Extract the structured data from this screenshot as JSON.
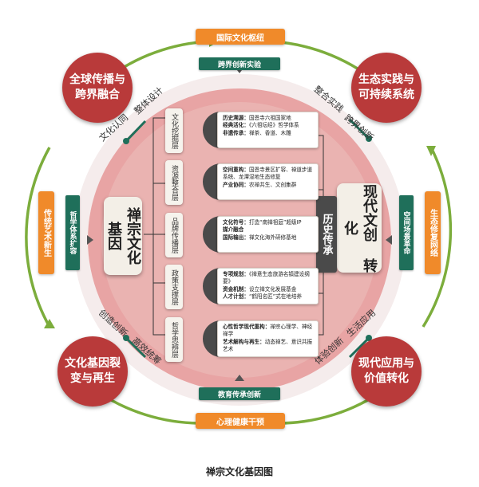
{
  "title": "禅宗文化基因图",
  "nodes": {
    "top_left": "全球传播与\n跨界融合",
    "top_right": "生态实践与\n可持续系统",
    "bottom_left": "文化基因裂\n变与再生",
    "bottom_right": "现代应用与\n价值转化"
  },
  "top": {
    "orange": "国际文化枢纽",
    "green": "跨界创新实验"
  },
  "bottom": {
    "orange": "心理健康干预",
    "green": "教育传承创新"
  },
  "left": {
    "orange": "传统艺术新生",
    "green": "哲学体系扩容"
  },
  "right": {
    "orange": "生态修复网络",
    "green": "空间场景革命"
  },
  "arc_labels": {
    "tl_a": "文化认同",
    "tl_b": "整体设计",
    "tr_a": "整合实践",
    "tr_b": "跨界创新",
    "bl_a": "创造创新",
    "bl_b": "高效统筹",
    "br_a": "生活应用",
    "br_b": "体验创新"
  },
  "left_card": "禅宗文化\n基因",
  "right_card": "现代文创\n转化",
  "center_label": "历史传承",
  "layers": [
    {
      "label": "文化挖掘层",
      "lines": [
        {
          "k": "历史溯源：",
          "v": "国恩寺六祖国家地"
        },
        {
          "k": "经典活化：",
          "v": "《六祖坛经》哲学体系"
        },
        {
          "k": "非遗传承：",
          "v": "禅茶、香道、木雕"
        }
      ]
    },
    {
      "label": "资源整合层",
      "lines": [
        {
          "k": "空间重构：",
          "v": "国恩寺景区扩容、禅道步道系统、龙潭湿地生态修复"
        },
        {
          "k": "产业协同：",
          "v": "农禅共生、文创集群"
        }
      ]
    },
    {
      "label": "品牌传播层",
      "lines": [
        {
          "k": "文化符号：",
          "v": "打造“南禅祖庭”超级IP"
        },
        {
          "k": "媒介融合",
          "v": ""
        },
        {
          "k": "国际输出：",
          "v": "禅文化海外研修基地"
        }
      ]
    },
    {
      "label": "政策支撑层",
      "lines": [
        {
          "k": "专项规划：",
          "v": "《禅意生态旅游名镇建设纲要》"
        },
        {
          "k": "资金机制：",
          "v": "设立禅文化发展基金"
        },
        {
          "k": "人才计划：",
          "v": "“鹤阳名匠”式在地培养"
        }
      ]
    },
    {
      "label": "哲学思辨层",
      "lines": [
        {
          "k": "心性哲学现代重构：",
          "v": "禅宗心理学、神经禅学"
        },
        {
          "k": "艺术解构与再生：",
          "v": "动态禅艺、意识共振艺术"
        }
      ]
    }
  ],
  "colors": {
    "red_node": "#b93a3a",
    "orange": "#f08a2a",
    "green": "#1f6f5a",
    "inner_pink": "#e8a4a4",
    "ring_green": "#7cad3c"
  }
}
